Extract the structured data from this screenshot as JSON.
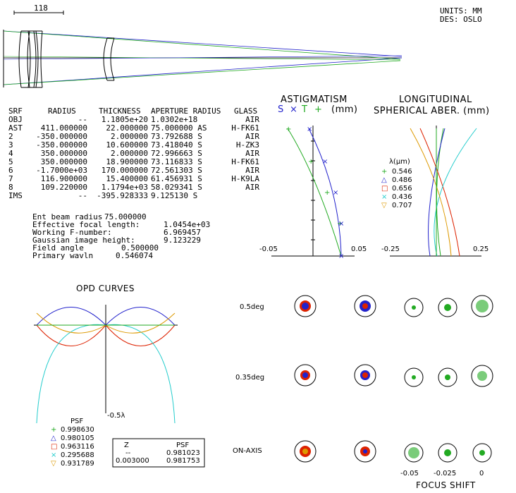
{
  "header": {
    "scale_label": "118",
    "units": "UNITS: MM",
    "designer": "DES: OSLO"
  },
  "lens_table": {
    "columns": [
      "SRF",
      "RADIUS",
      "THICKNESS",
      "APERTURE RADIUS",
      "GLASS"
    ],
    "rows": [
      {
        "srf": "OBJ",
        "radius": "--",
        "thickness": "1.1805e+20",
        "aperture": "1.0302e+18",
        "glass": "AIR"
      },
      {
        "srf": "AST",
        "radius": "411.000000",
        "thickness": "22.000000",
        "aperture": "75.000000 AS",
        "glass": "H-FK61"
      },
      {
        "srf": "2",
        "radius": "-350.000000",
        "thickness": "2.000000",
        "aperture": "73.792688 S",
        "glass": "AIR"
      },
      {
        "srf": "3",
        "radius": "-350.000000",
        "thickness": "10.600000",
        "aperture": "73.418040 S",
        "glass": "H-ZK3"
      },
      {
        "srf": "4",
        "radius": "350.000000",
        "thickness": "2.000000",
        "aperture": "72.996663 S",
        "glass": "AIR"
      },
      {
        "srf": "5",
        "radius": "350.000000",
        "thickness": "18.900000",
        "aperture": "73.116833 S",
        "glass": "H-FK61"
      },
      {
        "srf": "6",
        "radius": "-1.7000e+03",
        "thickness": "170.000000",
        "aperture": "72.561303 S",
        "glass": "AIR"
      },
      {
        "srf": "7",
        "radius": "116.900000",
        "thickness": "15.400000",
        "aperture": "61.456931 S",
        "glass": "H-K9LA"
      },
      {
        "srf": "8",
        "radius": "109.220000",
        "thickness": "1.1794e+03",
        "aperture": "58.029341 S",
        "glass": "AIR"
      },
      {
        "srf": "IMS",
        "radius": "--",
        "thickness": "-395.928333",
        "aperture": "9.125130 S",
        "glass": ""
      }
    ]
  },
  "parameters": [
    {
      "label": "Ent beam radius",
      "value": "75.000000"
    },
    {
      "label": "Effective focal length:",
      "value": "1.0454e+03"
    },
    {
      "label": "Working F-number:",
      "value": "6.969457"
    },
    {
      "label": "Gaussian image height:",
      "value": "9.123229"
    },
    {
      "label": "Field angle",
      "value": "0.500000"
    },
    {
      "label": "Primary wavln",
      "value": "0.546074"
    }
  ],
  "astigmatism": {
    "title": "ASTIGMATISM",
    "legend": [
      "S",
      "×",
      "T",
      "+",
      "(mm)"
    ],
    "xmin_label": "-0.05",
    "xmax_label": "0.05"
  },
  "longitudinal": {
    "title_line1": "LONGITUDINAL",
    "title_line2": "SPHERICAL ABER. (mm)",
    "xmin_label": "-0.25",
    "xmax_label": "0.25",
    "wavelength_header": "λ(μm)",
    "wavelengths": [
      {
        "symbol": "+",
        "value": "0.546",
        "color": "#22aa22"
      },
      {
        "symbol": "△",
        "value": "0.486",
        "color": "#2222cc"
      },
      {
        "symbol": "□",
        "value": "0.656",
        "color": "#dd2200"
      },
      {
        "symbol": "×",
        "value": "0.436",
        "color": "#22cccc"
      },
      {
        "symbol": "▽",
        "value": "0.707",
        "color": "#dd9900"
      }
    ]
  },
  "opd": {
    "title": "OPD CURVES",
    "scale_label": "-0.5λ",
    "psf_header": "PSF",
    "psf_entries": [
      {
        "symbol": "+",
        "value": "0.998630",
        "color": "#22aa22"
      },
      {
        "symbol": "△",
        "value": "0.980105",
        "color": "#2222cc"
      },
      {
        "symbol": "□",
        "value": "0.963116",
        "color": "#dd2200"
      },
      {
        "symbol": "×",
        "value": "0.295688",
        "color": "#22cccc"
      },
      {
        "symbol": "▽",
        "value": "0.931789",
        "color": "#dd9900"
      }
    ]
  },
  "focus_table": {
    "headers": [
      "Z",
      "PSF"
    ],
    "rows": [
      {
        "z": "--",
        "psf": "0.981023"
      },
      {
        "z": "0.003000",
        "psf": "0.981753"
      }
    ]
  },
  "spots": {
    "rows": [
      "0.5deg",
      "0.35deg",
      "ON-AXIS"
    ],
    "focus_labels": [
      "-0.05",
      "-0.025",
      "0"
    ],
    "focus_title": "FOCUS SHIFT"
  },
  "colors": {
    "green": "#22aa22",
    "blue": "#2222cc",
    "red": "#dd2200",
    "cyan": "#22cccc",
    "orange": "#dd9900"
  }
}
